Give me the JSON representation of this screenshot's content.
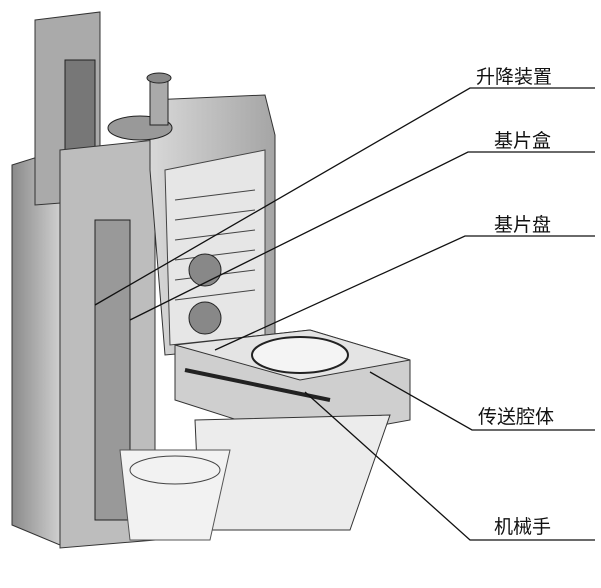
{
  "labels": {
    "lift": "升降装置",
    "cassette": "基片盒",
    "tray": "基片盘",
    "chamber": "传送腔体",
    "robot": "机械手"
  }
}
